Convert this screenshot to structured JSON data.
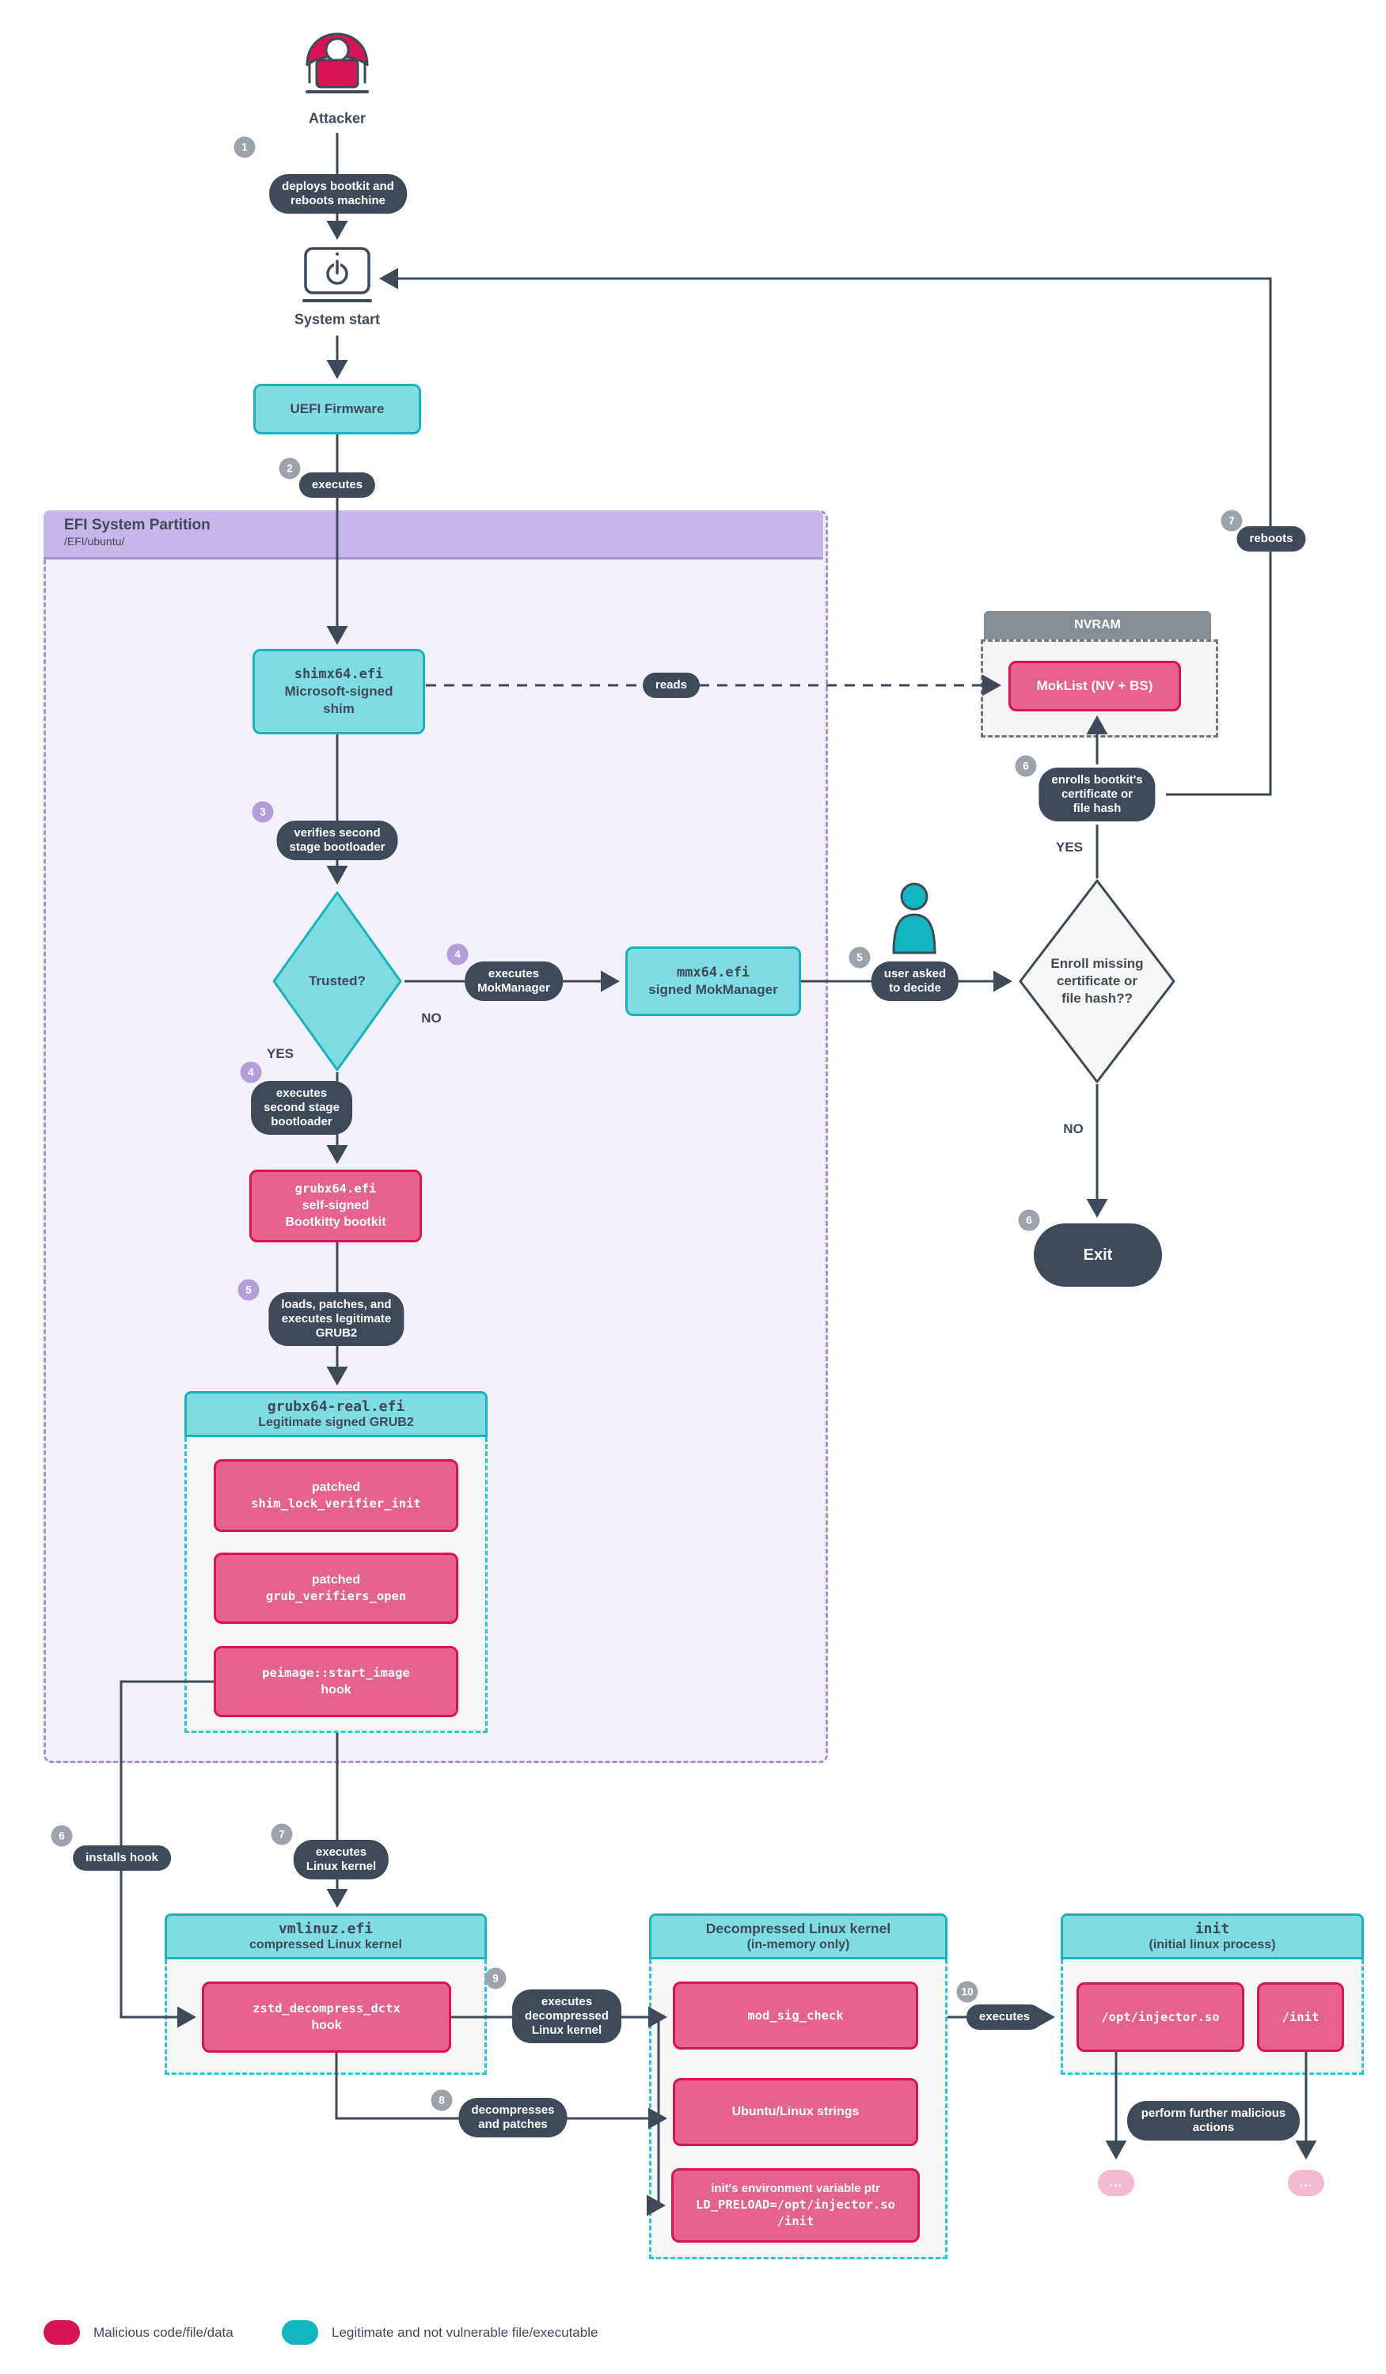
{
  "colors": {
    "malicious_border": "#d81356",
    "malicious_fill": "#e4628c",
    "legitimate_fill": "#7fdde1",
    "legitimate_border": "#17b3be",
    "slate": "#3e4a57",
    "badge_gray": "#9ca3ab",
    "badge_purple": "#b39ddb",
    "partition_header": "#c9b6e9"
  },
  "attacker": {
    "label": "Attacker"
  },
  "system_start": {
    "label": "System start"
  },
  "uefi": {
    "label": "UEFI Firmware"
  },
  "efi_partition": {
    "title": "EFI System Partition",
    "path": "/EFI/ubuntu/"
  },
  "shim": {
    "file": "shimx64.efi",
    "desc": "Microsoft-signed\nshim"
  },
  "nvram": {
    "title": "NVRAM",
    "moklist": "MokList (NV + BS)"
  },
  "trusted_diamond": {
    "label": "Trusted?",
    "yes": "YES",
    "no": "NO"
  },
  "mokmanager": {
    "file": "mmx64.efi",
    "desc": "signed MokManager"
  },
  "enroll_diamond": {
    "label": "Enroll missing\ncertificate or\nfile hash??",
    "yes": "YES",
    "no": "NO"
  },
  "exit_node": {
    "label": "Exit"
  },
  "bootkitty": {
    "file": "grubx64.efi",
    "desc": "self-signed\nBootkitty bootkit"
  },
  "grub_real": {
    "file": "grubx64-real.efi",
    "desc": "Legitimate signed GRUB2",
    "patch1_prefix": "patched",
    "patch1": "shim_lock_verifier_init",
    "patch2_prefix": "patched",
    "patch2": "grub_verifiers_open",
    "patch3": "peimage::start_image",
    "patch3_suffix": "hook"
  },
  "vmlinuz": {
    "file": "vmlinuz.efi",
    "desc": "compressed Linux kernel",
    "hook": "zstd_decompress_dctx",
    "hook_suffix": "hook"
  },
  "decompressed": {
    "title": "Decompressed Linux kernel",
    "subtitle": "(in-memory only)",
    "box1": "mod_sig_check",
    "box2": "Ubuntu/Linux strings",
    "box3_line1": "init's environment variable ptr",
    "box3_line2": "LD_PRELOAD=/opt/injector.so",
    "box3_line3": "/init"
  },
  "init_process": {
    "file": "init",
    "desc": "(initial linux process)",
    "box1": "/opt/injector.so",
    "box2": "/init",
    "actions": "perform further malicious actions",
    "more1": "...",
    "more2": "..."
  },
  "steps": {
    "s1": {
      "num": "1",
      "label": "deploys bootkit and\nreboots machine"
    },
    "s2": {
      "num": "2",
      "label": "executes"
    },
    "s3": {
      "num": "3",
      "label": "verifies second\nstage bootloader"
    },
    "s4_no": {
      "num": "4",
      "label": "executes\nMokManager"
    },
    "s4_yes": {
      "num": "4",
      "label": "executes\nsecond stage\nbootloader"
    },
    "s5_user": {
      "num": "5",
      "label": "user asked\nto decide"
    },
    "s5_grub": {
      "num": "5",
      "label": "loads, patches, and\nexecutes legitimate\nGRUB2"
    },
    "s6_enroll": {
      "num": "6",
      "label": "enrolls bootkit's\ncertificate or\nfile hash"
    },
    "s6_exit": {
      "num": "6"
    },
    "s6_hook": {
      "num": "6",
      "label": "installs hook"
    },
    "s7_reboot": {
      "num": "7",
      "label": "reboots"
    },
    "s7_kernel": {
      "num": "7",
      "label": "executes\nLinux kernel"
    },
    "s8": {
      "num": "8",
      "label": "decompresses\nand patches"
    },
    "s9": {
      "num": "9",
      "label": "executes\ndecompressed\nLinux kernel"
    },
    "s10": {
      "num": "10",
      "label": "executes"
    },
    "reads": {
      "label": "reads"
    }
  },
  "legend": {
    "malicious": "Malicious code/file/data",
    "legitimate": "Legitimate and not vulnerable file/executable"
  }
}
